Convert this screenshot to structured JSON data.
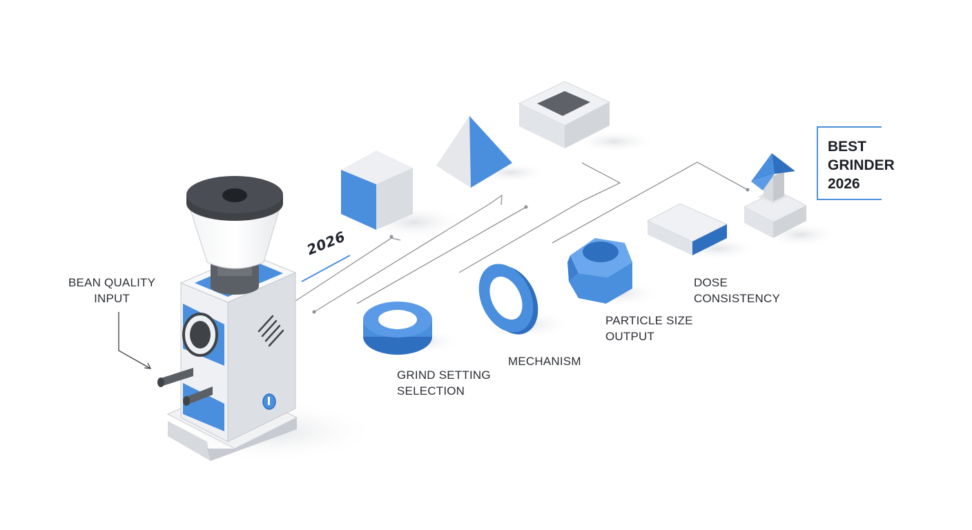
{
  "colors": {
    "accent_blue": "#4a8ede",
    "accent_blue_dark": "#2f6fc0",
    "light_gray": "#eceef1",
    "mid_gray": "#d6d9de",
    "charcoal": "#3f4348",
    "line_gray": "#8d9196"
  },
  "labels": {
    "bean_quality": [
      "BEAN QUALITY",
      "INPUT"
    ],
    "grind_setting": [
      "GRIND SETTING",
      "SELECTION"
    ],
    "mechanism": [
      "MECHANISM"
    ],
    "particle_size": [
      "PARTICLE SIZE",
      "OUTPUT"
    ],
    "dose_consistency": [
      "DOSE",
      "CONSISTENCY"
    ]
  },
  "year_tag": "2026",
  "badge": {
    "lines": [
      "BEST",
      "GRINDER",
      "2026"
    ]
  },
  "icons": [
    "coffee-grinder-icon",
    "blue-cube-icon",
    "pyramid-icon",
    "tray-icon",
    "home-arrow-icon",
    "flat-ring-icon",
    "standing-ring-icon",
    "hex-nut-icon",
    "slab-icon"
  ]
}
